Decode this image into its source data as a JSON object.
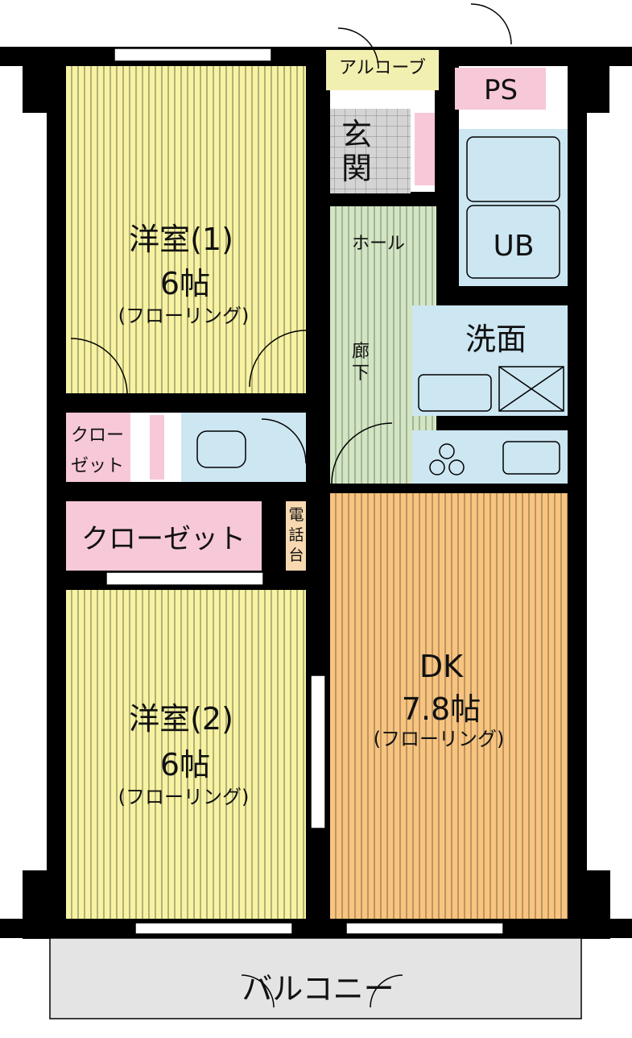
{
  "colors": {
    "wall": "#000000",
    "western_room": "#f7f3a3",
    "dk": "#f8c47f",
    "hall": "#d3e6c3",
    "wet_area": "#cce6f2",
    "closet": "#f7c8d8",
    "entrance": "#d0d0d0",
    "alcove": "#f2f0b0",
    "phone": "#f8d8b0",
    "balcony": "#e4e4e4"
  },
  "rooms": {
    "alcove": "アルコーブ",
    "ps": "PS",
    "genkan_1": "玄",
    "genkan_2": "関",
    "hall": "ホール",
    "corridor_1": "廊",
    "corridor_2": "下",
    "ub": "UB",
    "washroom": "洗面",
    "western1": {
      "name": "洋室(1)",
      "size": "6帖",
      "floor": "(フローリング)"
    },
    "closet_small_1": "クロー",
    "closet_small_2": "ゼット",
    "closet_large": "クローゼット",
    "phone_1": "電",
    "phone_2": "話",
    "phone_3": "台",
    "western2": {
      "name": "洋室(2)",
      "size": "6帖",
      "floor": "(フローリング)"
    },
    "dk": {
      "name": "DK",
      "size": "7.8帖",
      "floor": "(フローリング)"
    },
    "balcony": "バルコニー"
  }
}
